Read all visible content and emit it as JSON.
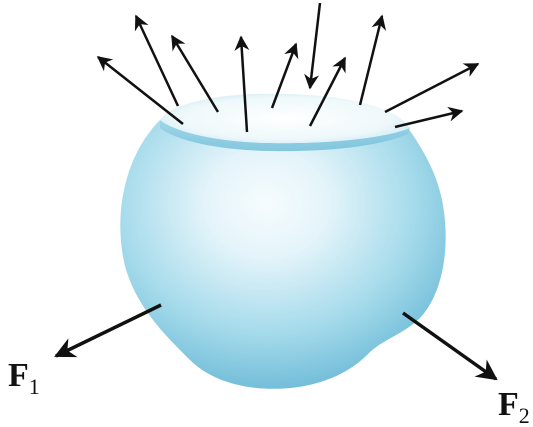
{
  "colors": {
    "background": "#ffffff",
    "body_light": "#f4fbfd",
    "body_mid": "#a9dcec",
    "body_dark": "#5fb4d4",
    "rim": "#eef8fb",
    "arrow": "#111111",
    "label": "#111111"
  },
  "labels": {
    "f1": {
      "main": "F",
      "sub": "1"
    },
    "f2": {
      "main": "F",
      "sub": "2"
    }
  }
}
